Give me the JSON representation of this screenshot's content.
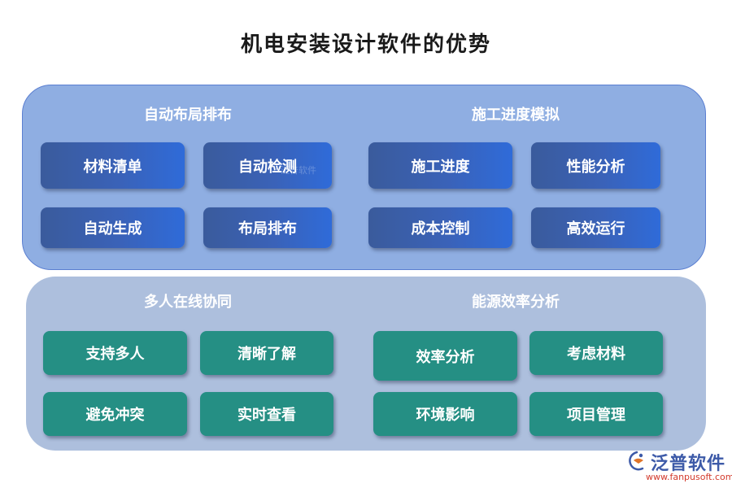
{
  "title": "机电安装设计软件的优势",
  "sections": [
    {
      "heading": "自动布局排布",
      "items": [
        "材料清单",
        "自动检测",
        "自动生成",
        "布局排布"
      ]
    },
    {
      "heading": "施工进度模拟",
      "items": [
        "施工进度",
        "性能分析",
        "成本控制",
        "高效运行"
      ]
    },
    {
      "heading": "多人在线协同",
      "items": [
        "支持多人",
        "清晰了解",
        "避免冲突",
        "实时查看"
      ]
    },
    {
      "heading": "能源效率分析",
      "items": [
        "效率分析",
        "考虑材料",
        "环境影响",
        "项目管理"
      ]
    }
  ],
  "watermark": "泛普软件",
  "logo": {
    "text": "泛普软件",
    "url": "www.fanpusoft.com"
  },
  "colors": {
    "top_panel": "#8faee2",
    "bottom_panel": "#adbfdd",
    "blue_box": "#3a62b8",
    "teal_box": "#258f84"
  }
}
